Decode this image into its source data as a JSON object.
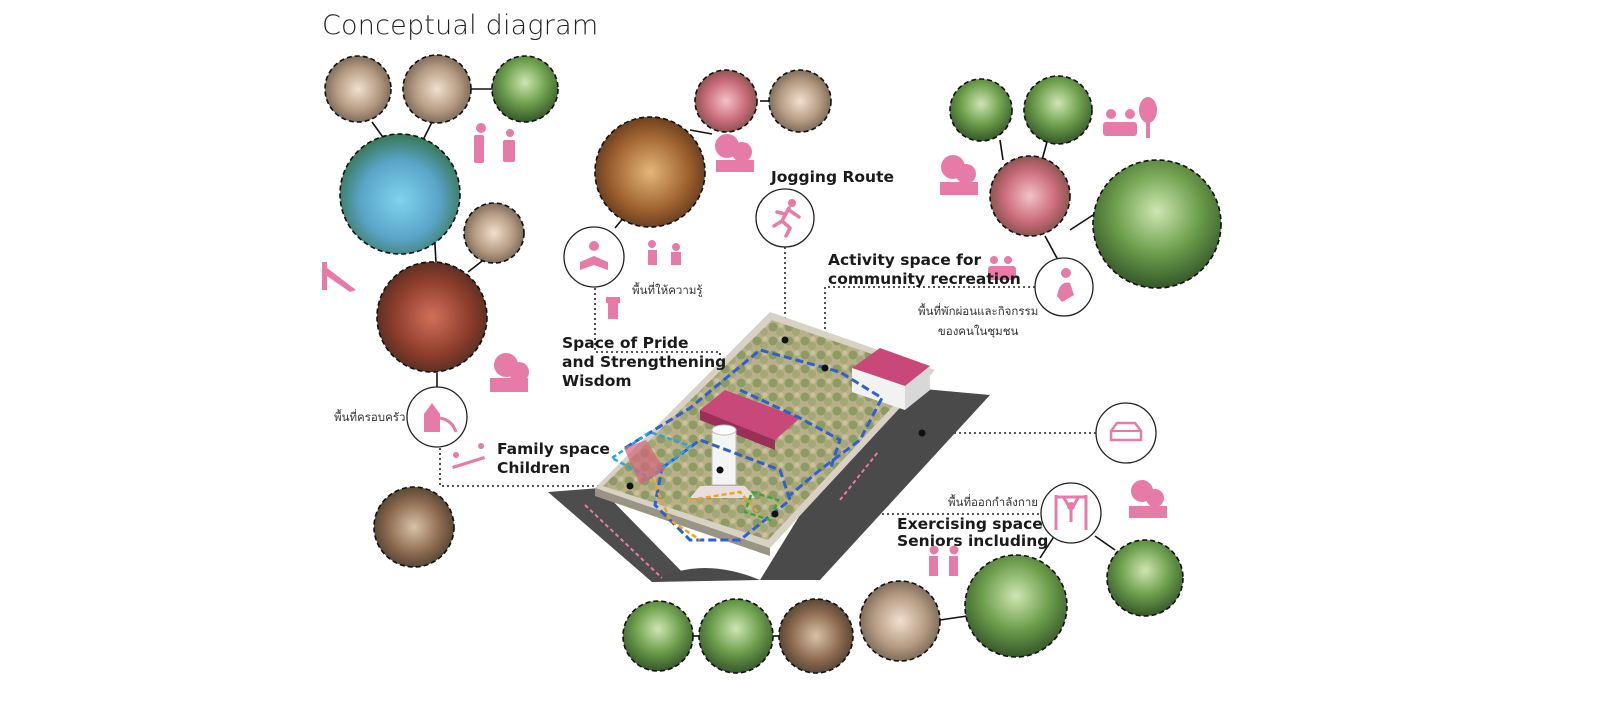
{
  "title": "Conceptual diagram",
  "zones": {
    "jogging": "Jogging Route",
    "activity_line1": "Activity space for",
    "activity_line2": "community recreation",
    "pride_line1": "Space of Pride",
    "pride_line2": "and Strengthening",
    "pride_line3": "Wisdom",
    "family_line1": "Family space",
    "family_line2": "Children",
    "exercise_line1": "Exercising space",
    "exercise_line2": "Seniors including"
  },
  "thai_labels": {
    "knowledge": "พื้นที่ให้ความรู้",
    "rest_line1": "พื้นที่พักผ่อนและกิจกรรม",
    "rest_line2": "ของคนในชุมชน",
    "family": "พื้นที่ครอบครัว",
    "exercise": "พื้นที่ออกกำลังกาย"
  },
  "icons": {
    "jogging": "running-person-icon",
    "knowledge": "reading-person-icon",
    "rest": "resting-person-icon",
    "family": "playground-castle-icon",
    "exercise": "pull-up-bar-icon",
    "parking": "car-icon"
  },
  "colors": {
    "accent_pink": "#e77ba7",
    "roof_pink": "#c8487a",
    "route_blue": "#2f5fd0",
    "route_orange": "#f0a21e",
    "route_green": "#3aa63a",
    "route_cyan": "#26a6e0",
    "road": "#4a4a4a"
  }
}
